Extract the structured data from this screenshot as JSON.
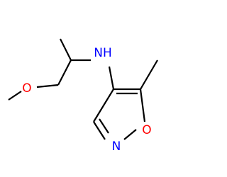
{
  "molecule": {
    "atoms": {
      "nh": {
        "label": "NH",
        "color": "#0000ff"
      },
      "methoxy_o": {
        "label": "O",
        "color": "#ff0000"
      },
      "ring_o": {
        "label": "O",
        "color": "#ff0000"
      },
      "ring_n": {
        "label": "N",
        "color": "#0000ff"
      }
    },
    "bond_color": "#000000"
  }
}
